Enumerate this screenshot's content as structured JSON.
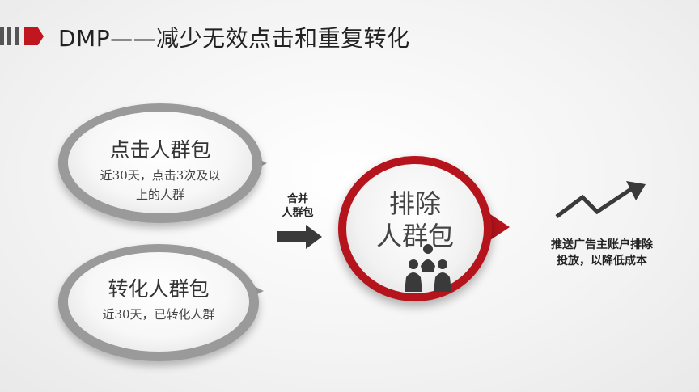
{
  "title": "DMP——减少无效点击和重复转化",
  "click_bubble": {
    "title": "点击人群包",
    "line1": "近30天，点击3次及以",
    "line2": "上的人群"
  },
  "convert_bubble": {
    "title": "转化人群包",
    "line1": "近30天，已转化人群"
  },
  "merge": {
    "line1": "合并",
    "line2": "人群包"
  },
  "exclude_circle": {
    "line1": "排除",
    "line2": "人群包"
  },
  "result": {
    "line1": "推送广告主账户排除",
    "line2": "投放，以降低成本"
  },
  "colors": {
    "accent_red": "#c0161f",
    "bubble_gray": "#9a9a9a",
    "icon_dark": "#3a3a3a"
  },
  "icons": [
    "title-marker-icon",
    "arrow-right-icon",
    "people-group-icon",
    "trend-up-arrow-icon"
  ]
}
